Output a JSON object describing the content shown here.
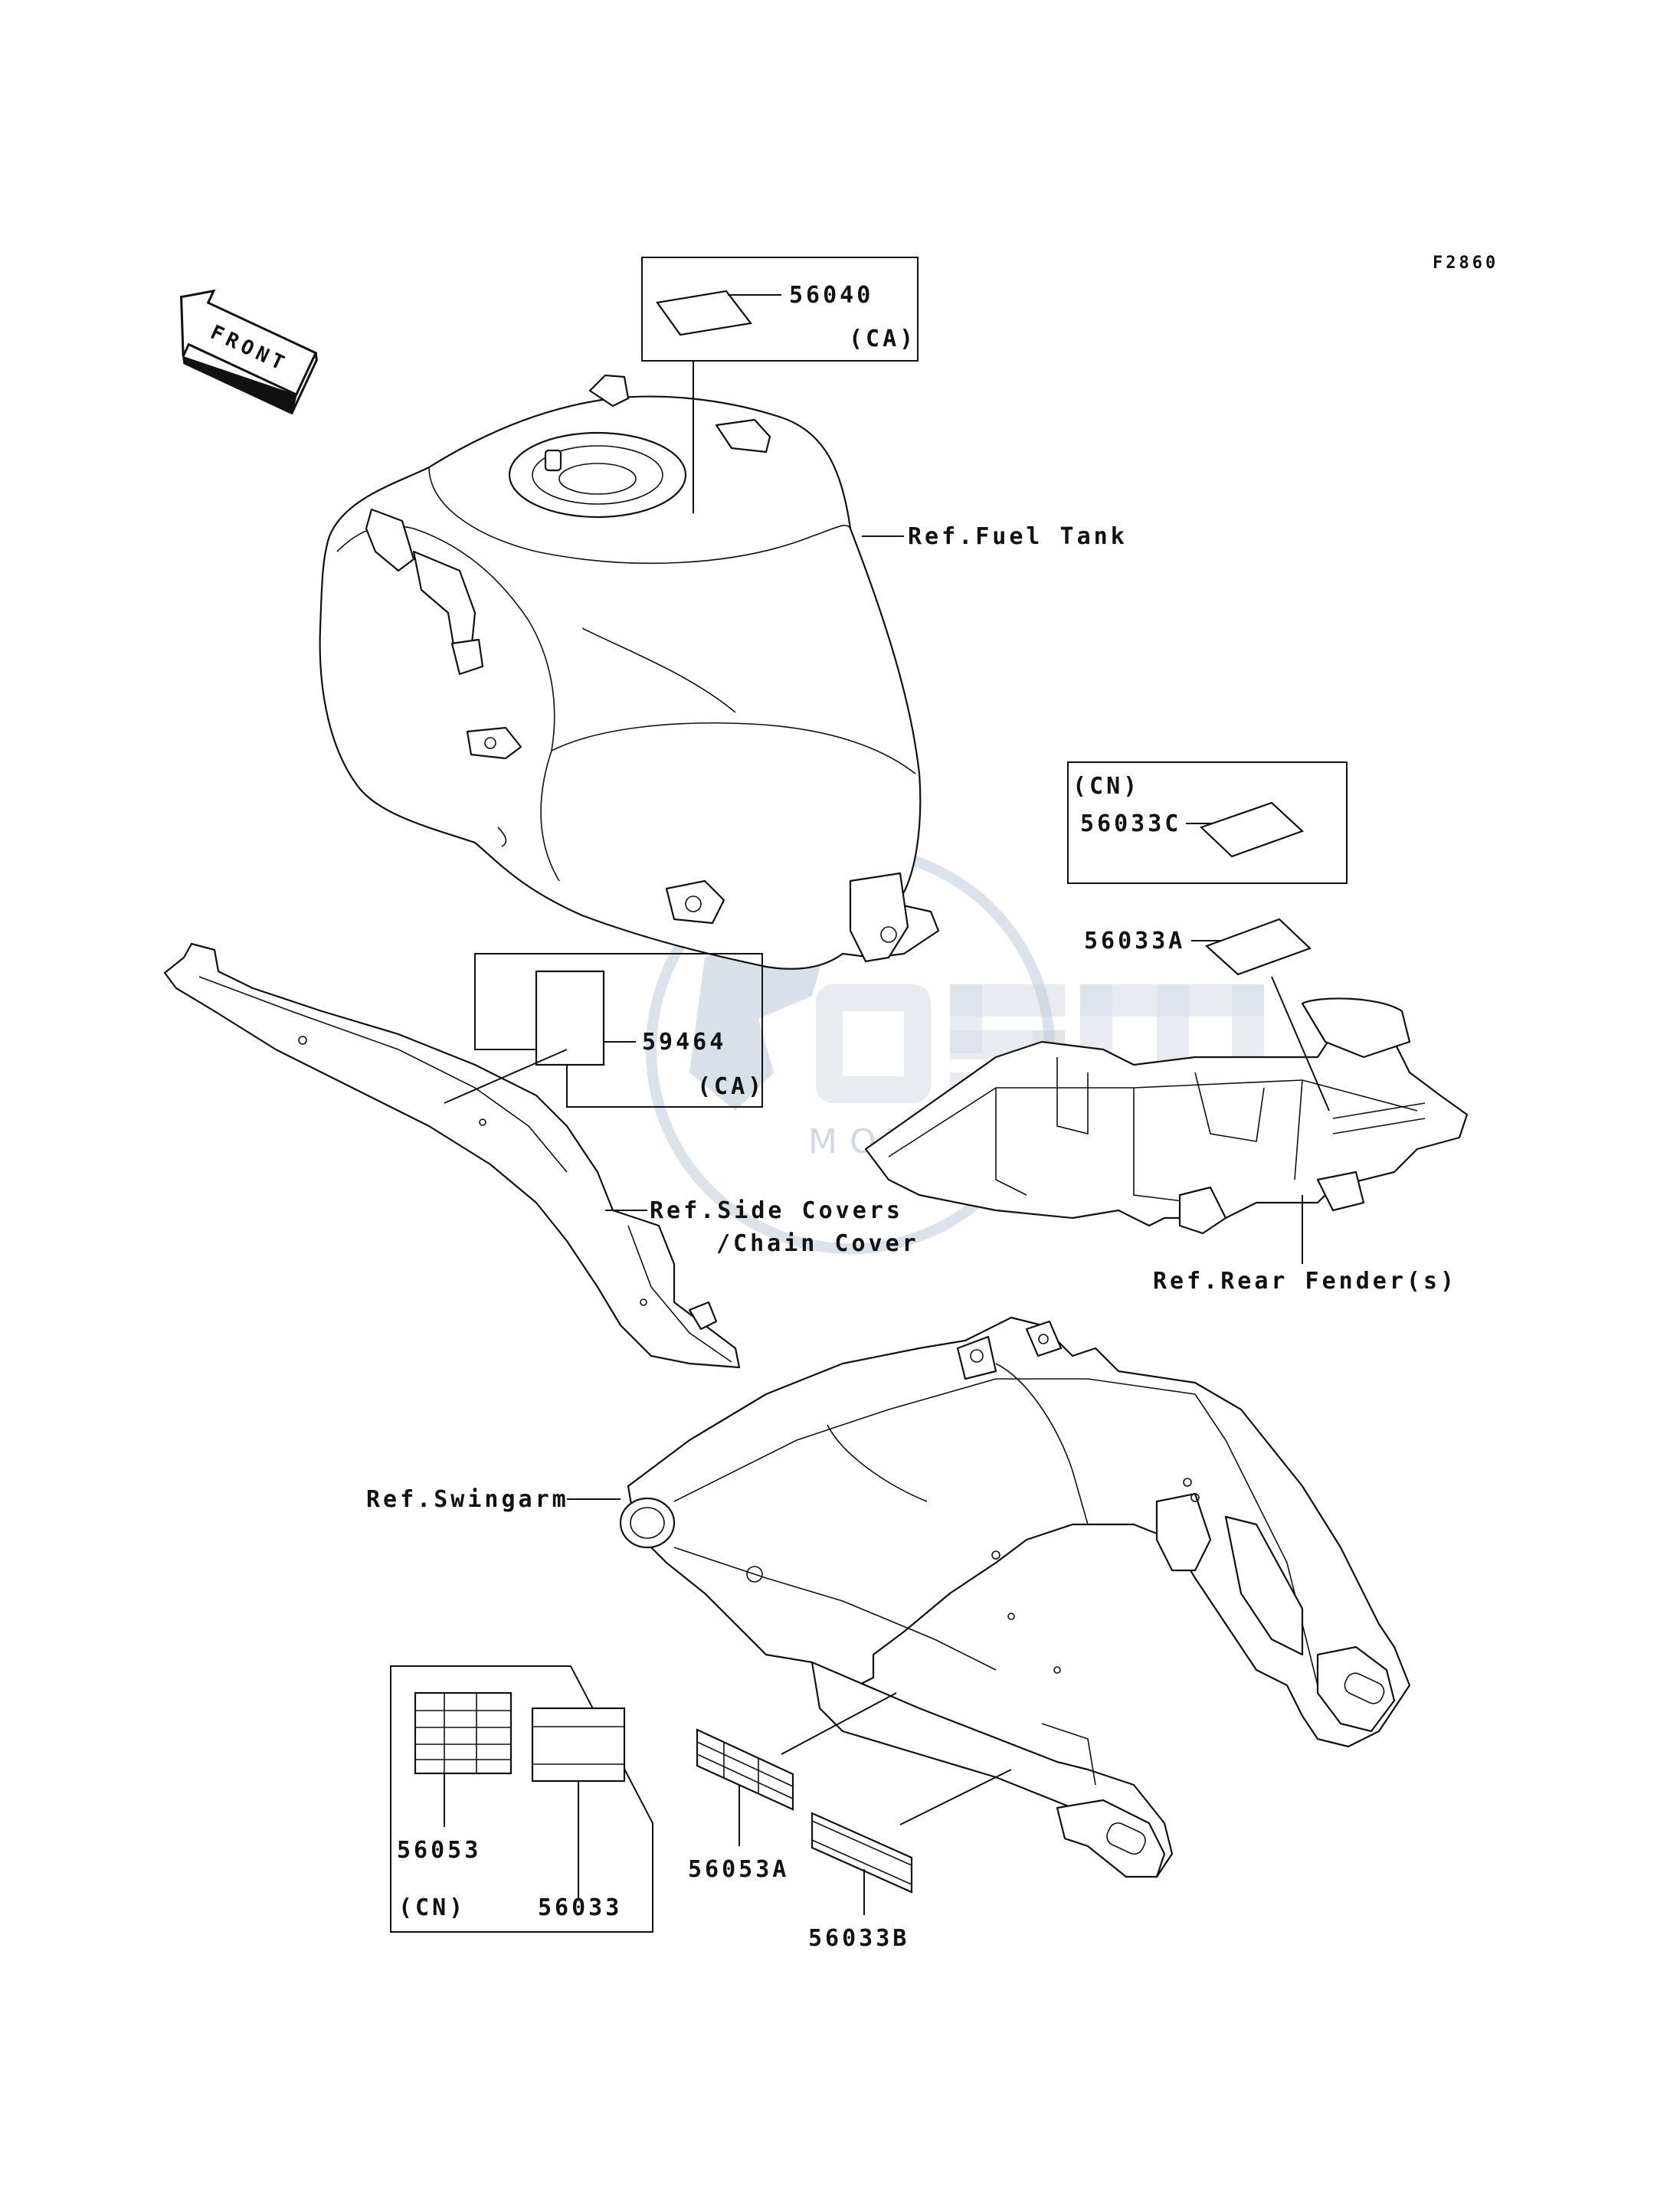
{
  "diagram_code": "F2860",
  "front_arrow": {
    "text": "FRONT"
  },
  "watermark": {
    "brand": "OEM",
    "sub": "MOTORPARTS"
  },
  "references": {
    "fuel_tank": "Ref.Fuel Tank",
    "side_covers_line1": "Ref.Side Covers",
    "side_covers_line2": "/Chain Cover",
    "rear_fender": "Ref.Rear Fender(s)",
    "swingarm": "Ref.Swingarm"
  },
  "parts": {
    "p56040": "56040",
    "p59464": "59464",
    "p56033C": "56033C",
    "p56033A": "56033A",
    "p56053": "56053",
    "p56033": "56033",
    "p56053A": "56053A",
    "p56033B": "56033B"
  },
  "region_codes": {
    "ca_56040": "(CA)",
    "ca_59464": "(CA)",
    "cn_56033C": "(CN)",
    "cn_56053": "(CN)"
  },
  "colors": {
    "line": "#111111",
    "watermark": "#b9c6d3",
    "background": "#ffffff"
  }
}
